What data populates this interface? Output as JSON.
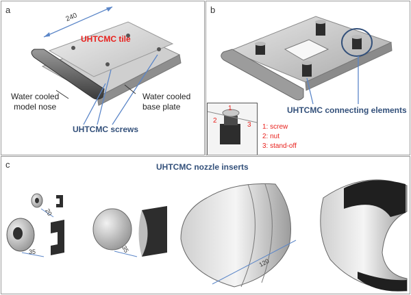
{
  "panels": {
    "a": {
      "label": "a",
      "tile_label": "UHTCMC tile",
      "dimension": "240",
      "nose_label_line1": "Water cooled",
      "nose_label_line2": "model nose",
      "base_label_line1": "Water cooled",
      "base_label_line2": "base plate",
      "screws_label": "UHTCMC screws"
    },
    "b": {
      "label": "b",
      "connecting_label": "UHTCMC connecting elements",
      "inset_numbers": [
        "1",
        "2",
        "3"
      ],
      "legend": [
        "1: screw",
        "2: nut",
        "3: stand-off"
      ]
    },
    "c": {
      "label": "c",
      "title": "UHTCMC nozzle inserts",
      "dimensions": [
        "20",
        "35",
        "35",
        "120"
      ]
    }
  },
  "colors": {
    "highlight_red": "#e8201c",
    "label_blue": "#33507a",
    "arrow_blue": "#5b86c8"
  }
}
